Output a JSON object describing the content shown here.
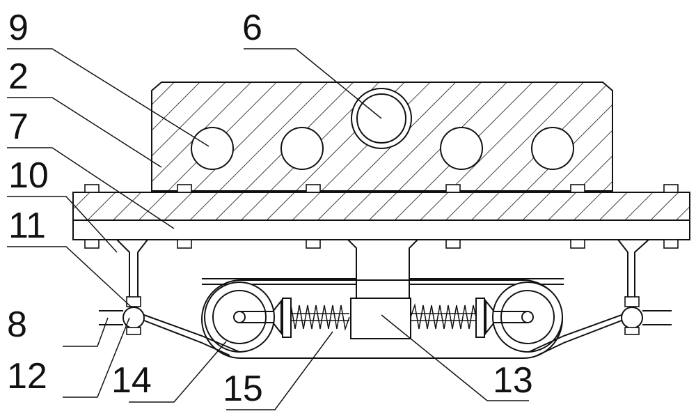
{
  "labels": {
    "l9": "9",
    "l6": "6",
    "l2": "2",
    "l7": "7",
    "l10": "10",
    "l11": "11",
    "l8": "8",
    "l12": "12",
    "l14": "14",
    "l15": "15",
    "l13": "13"
  },
  "colors": {
    "line": "#111111",
    "background": "#ffffff"
  }
}
